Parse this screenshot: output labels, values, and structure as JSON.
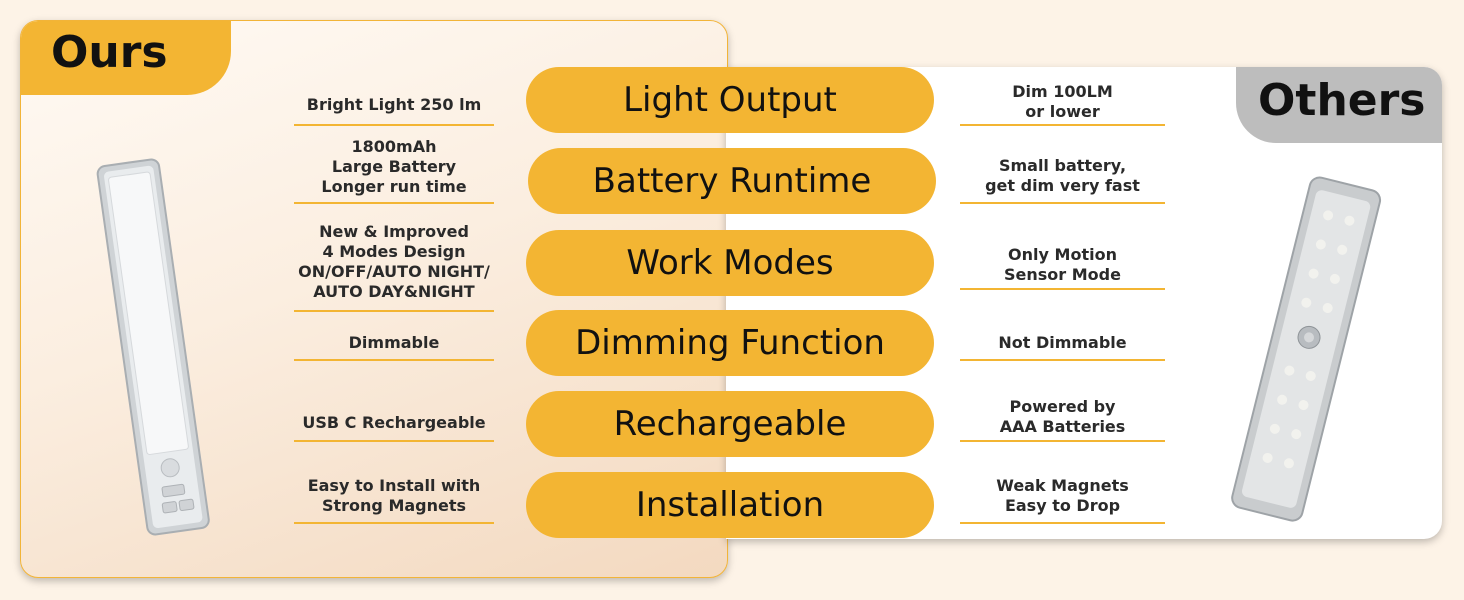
{
  "ours_label": "Ours",
  "others_label": "Others",
  "colors": {
    "accent": "#f3b533",
    "background": "#fdf3e7",
    "others_tab": "#bdbdbd"
  },
  "rows": [
    {
      "feature": "Light Output",
      "ours": "Bright Light 250 lm",
      "others": "Dim 100LM\nor lower"
    },
    {
      "feature": "Battery Runtime",
      "ours": "1800mAh\nLarge Battery\nLonger run time",
      "others": "Small battery,\nget dim very fast"
    },
    {
      "feature": "Work Modes",
      "ours": "New & Improved\n4 Modes Design\nON/OFF/AUTO NIGHT/\nAUTO DAY&NIGHT",
      "others": "Only Motion\nSensor Mode"
    },
    {
      "feature": "Dimming Function",
      "ours": "Dimmable",
      "others": "Not Dimmable"
    },
    {
      "feature": "Rechargeable",
      "ours": "USB C Rechargeable",
      "others": "Powered by\nAAA Batteries"
    },
    {
      "feature": "Installation",
      "ours": "Easy to Install with\nStrong Magnets",
      "others": "Weak Magnets\nEasy to Drop"
    }
  ]
}
